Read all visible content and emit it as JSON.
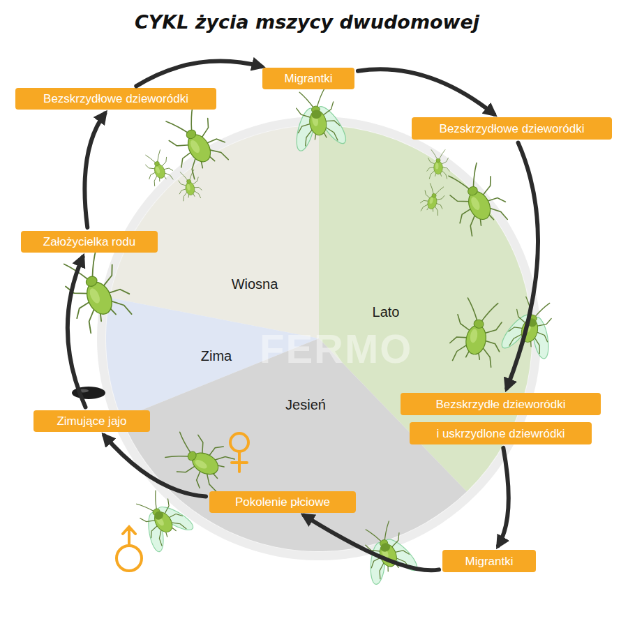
{
  "diagram": {
    "title": "CYKL życia mszycy dwudomowej",
    "nodes": [
      {
        "text": [
          "Migrantki"
        ]
      },
      {
        "text": [
          "Bezskrzydłowe dzieworódki"
        ]
      },
      {
        "text": [
          "Bezskrzydłowe dzieworódki"
        ]
      },
      {
        "text": [
          "Założycielka rodu"
        ]
      },
      {
        "text": [
          "Wiosna"
        ]
      },
      {
        "text": [
          "Lato"
        ]
      },
      {
        "text": [
          "Zima"
        ]
      },
      {
        "text": [
          "Bezskrzydłe dzieworódki"
        ]
      },
      {
        "text": [
          "Jesień"
        ]
      },
      {
        "text": [
          "Zimujące jajo"
        ]
      },
      {
        "text": [
          "i uskrzydlone dziewródki"
        ]
      },
      {
        "text": [
          "Pokolenie płciowe"
        ]
      },
      {
        "text": [
          "Migrantki"
        ]
      }
    ],
    "edges": [
      {
        "from": 3,
        "to": 1,
        "arrow": "to"
      },
      {
        "from": 1,
        "to": 0,
        "arrow": "to"
      },
      {
        "from": 0,
        "to": 2,
        "arrow": "to"
      },
      {
        "from": 2,
        "to": 7,
        "arrow": "to"
      },
      {
        "from": 10,
        "to": 12,
        "arrow": "to"
      },
      {
        "from": 12,
        "to": 11,
        "arrow": "to"
      },
      {
        "from": 11,
        "to": 9,
        "arrow": "to"
      },
      {
        "from": 9,
        "to": 3,
        "arrow": "to"
      }
    ],
    "labels": [
      "FERMO"
    ]
  }
}
